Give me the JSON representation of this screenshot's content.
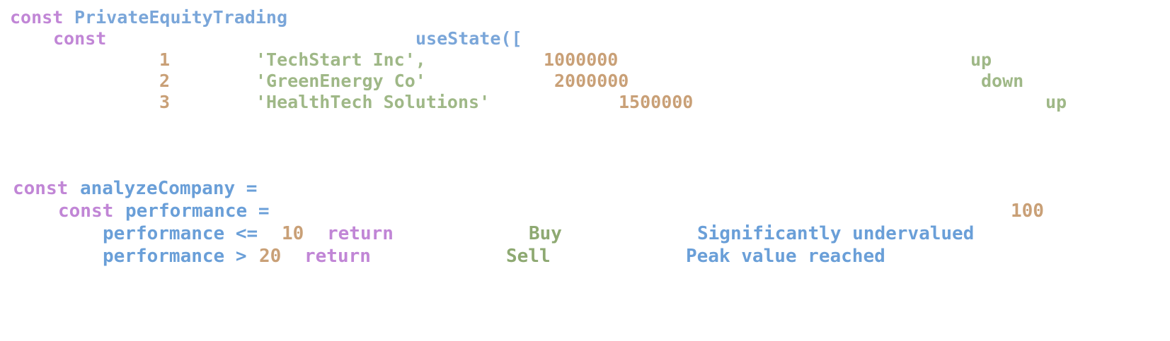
{
  "editor": {
    "block1": {
      "line1": {
        "keyword": "const",
        "name": "PrivateEquityTrading"
      },
      "line2": {
        "keyword": "const",
        "call": "useState(["
      },
      "rows": [
        {
          "id": "1",
          "name": "'TechStart Inc',",
          "value": "1000000",
          "trend": "up"
        },
        {
          "id": "2",
          "name": "'GreenEnergy Co'",
          "value": "2000000",
          "trend": "down"
        },
        {
          "id": "3",
          "name": "'HealthTech Solutions'",
          "value": "1500000",
          "trend": "up"
        }
      ]
    },
    "block2": {
      "line1": {
        "keyword": "const",
        "name": "analyzeCompany ="
      },
      "line2": {
        "keyword": "const",
        "name": "performance =",
        "value": "100"
      },
      "line3": {
        "expr": "performance <=",
        "num": "10",
        "keyword": "return",
        "action": "Buy",
        "reason": "Significantly undervalued"
      },
      "line4": {
        "expr": "performance >",
        "num": "20",
        "keyword": "return",
        "action": "Sell",
        "reason": "Peak value reached"
      }
    }
  }
}
